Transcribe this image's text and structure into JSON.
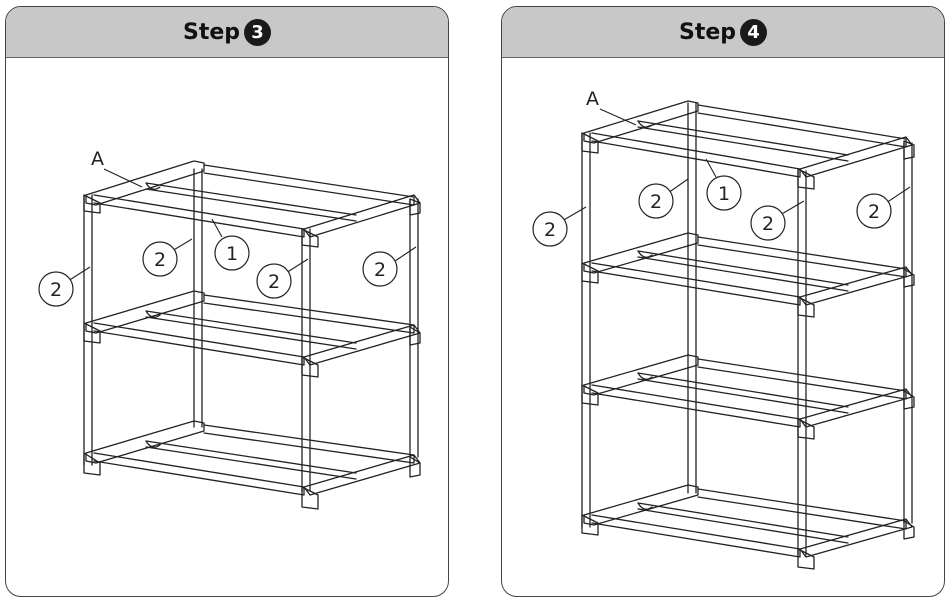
{
  "panels": [
    {
      "id": "step3",
      "title": "Step",
      "number": "3",
      "labels": {
        "part_a": "A",
        "rod_short": "1",
        "rod_long": "2"
      }
    },
    {
      "id": "step4",
      "title": "Step",
      "number": "4",
      "labels": {
        "part_a": "A",
        "rod_short": "1",
        "rod_long": "2"
      }
    }
  ]
}
